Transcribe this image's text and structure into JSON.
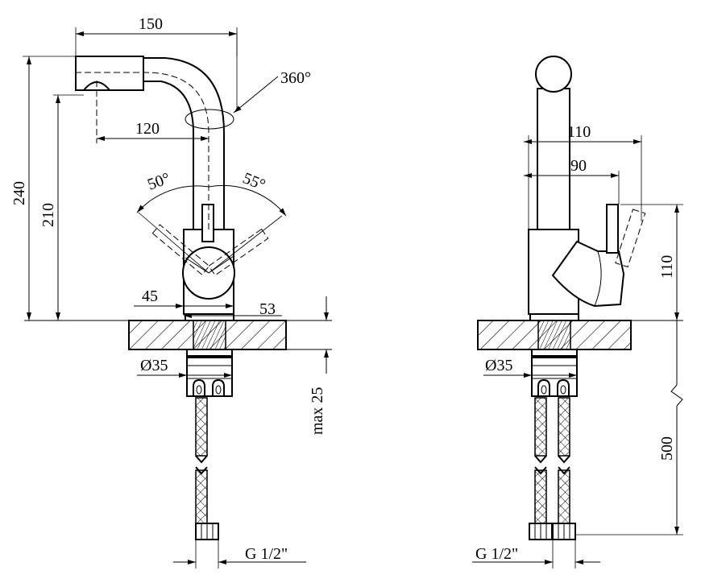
{
  "front_view": {
    "dim_width_total": "150",
    "dim_swivel": "360°",
    "dim_spout_reach": "120",
    "dim_height_total": "240",
    "dim_height_spout": "210",
    "dim_angle_left": "50°",
    "dim_angle_right": "55°",
    "dim_body_left": "45",
    "dim_body_right": "53",
    "dim_diameter": "Ø35",
    "dim_max_thickness": "max 25",
    "thread_label": "G 1/2\""
  },
  "side_view": {
    "dim_depth_total": "110",
    "dim_depth_lever": "90",
    "dim_lever_height": "110",
    "dim_diameter": "Ø35",
    "dim_hose_length": "500",
    "thread_label": "G 1/2\""
  }
}
